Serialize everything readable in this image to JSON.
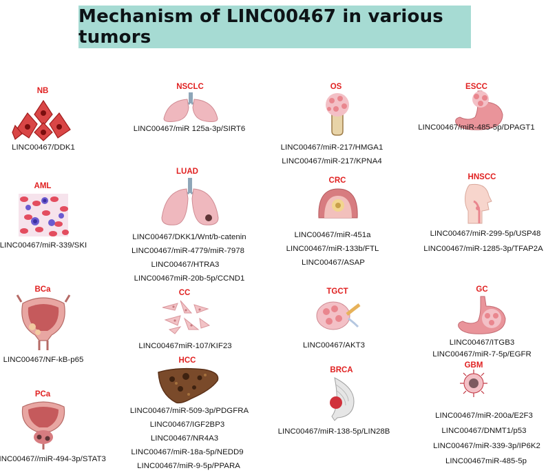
{
  "title": "Mechanism of LINC00467 in various tumors",
  "tumors": {
    "nb": {
      "name": "NB",
      "lines": [
        "LINC00467/DDK1"
      ]
    },
    "aml": {
      "name": "AML",
      "lines": [
        "LINC00467/miR-339/SKI"
      ]
    },
    "bca": {
      "name": "BCa",
      "lines": [
        "LINC00467/NF-kB-p65"
      ]
    },
    "pca": {
      "name": "PCa",
      "lines": [
        "LINC00467//miR-494-3p/STAT3"
      ]
    },
    "nsclc": {
      "name": "NSCLC",
      "lines": [
        "LINC00467/miR 125a-3p/SIRT6"
      ]
    },
    "luad": {
      "name": "LUAD",
      "lines": [
        "LINC00467/DKK1/Wnt/b-catenin",
        "LINC00467/miR-4779/miR-7978",
        "LINC00467/HTRA3",
        "LINC00467miR-20b-5p/CCND1"
      ]
    },
    "cc": {
      "name": "CC",
      "lines": [
        "LINC00467miR-107/KIF23"
      ]
    },
    "hcc": {
      "name": "HCC",
      "lines": [
        "LINC00467/miR-509-3p/PDGFRA",
        "LINC00467/IGF2BP3",
        "LINC00467/NR4A3",
        "LINC00467/miR-18a-5p/NEDD9",
        "LINC00467/miR-9-5p/PPARA"
      ]
    },
    "os": {
      "name": "OS",
      "lines": [
        "LINC00467/miR-217/HMGA1",
        "LINC00467/miR-217/KPNA4"
      ]
    },
    "crc": {
      "name": "CRC",
      "lines": [
        "LINC00467/miR-451a",
        "LINC00467/miR-133b/FTL",
        "LINC00467/ASAP"
      ]
    },
    "tgct": {
      "name": "TGCT",
      "lines": [
        "LINC00467/AKT3"
      ]
    },
    "brca": {
      "name": "BRCA",
      "lines": [
        "LINC00467/miR-138-5p/LIN28B"
      ]
    },
    "escc": {
      "name": "ESCC",
      "lines": [
        "LINC00467/miR-485-5p/DPAGT1"
      ]
    },
    "hnscc": {
      "name": "HNSCC",
      "lines": [
        "LINC00467/miR-299-5p/USP48",
        "LINC00467/miR-1285-3p/TFAP2A"
      ]
    },
    "gc": {
      "name": "GC",
      "lines": [
        "LINC00467/ITGB3",
        "LINC00467/miR-7-5p/EGFR"
      ]
    },
    "gbm": {
      "name": "GBM",
      "lines": [
        "LINC00467/miR-200a/E2F3",
        "LINC00467/DNMT1/p53",
        "LINC00467/miR-339-3p/IP6K2",
        "LINC00467miR-485-5p"
      ]
    }
  },
  "colors": {
    "title_bg": "#a6dbd3",
    "label": "#e02020",
    "tissue": "#f3b7b7",
    "tumor": "#e9868e"
  }
}
